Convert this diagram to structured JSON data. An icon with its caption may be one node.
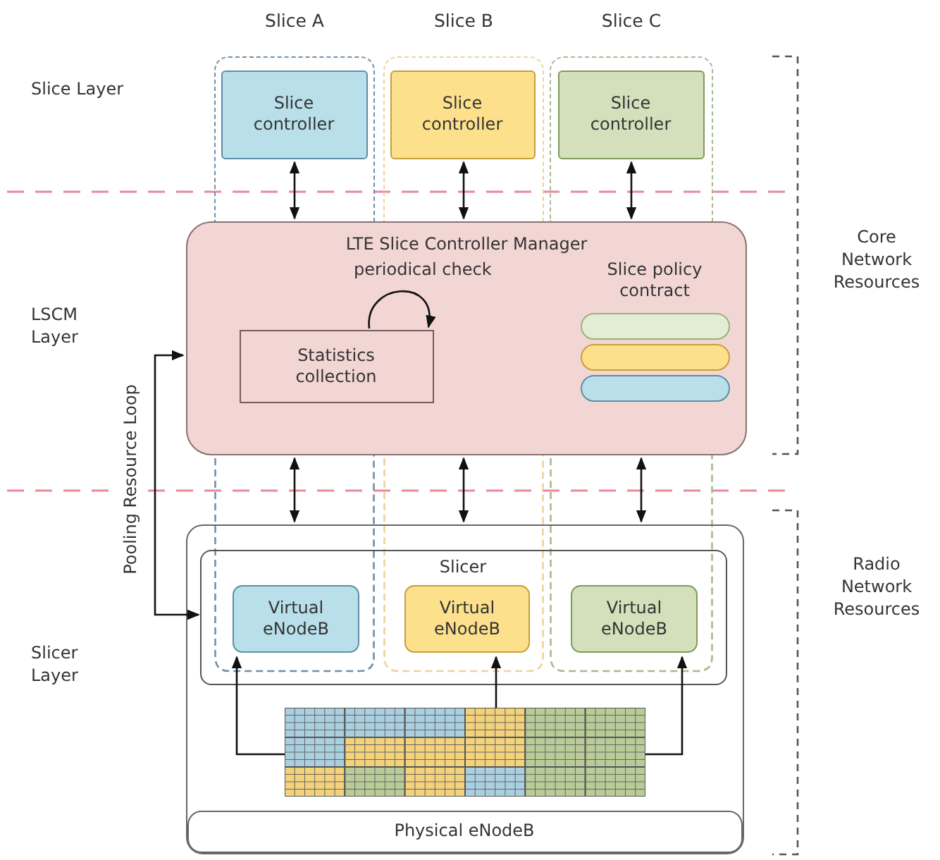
{
  "diagram": {
    "nodes": [
      {
        "text": [
          "Slice A"
        ]
      },
      {
        "text": [
          "Slice B"
        ]
      },
      {
        "text": [
          "Slice C"
        ]
      },
      {
        "text": [
          "Slice controller"
        ],
        "in": 0
      },
      {
        "text": [
          "Slice controller"
        ],
        "in": 1
      },
      {
        "text": [
          "Slice controller"
        ],
        "in": 2
      },
      {
        "text": [
          "LTE Slice Controller Manager"
        ]
      },
      {
        "text": [
          "Statistics collection"
        ],
        "in": 6
      },
      {
        "text": [
          "Slice policy contract"
        ],
        "in": 6
      },
      {
        "text": [],
        "shape": "box"
      },
      {
        "text": [
          "Slicer"
        ],
        "in": 9
      },
      {
        "text": [
          "Virtual eNodeB"
        ],
        "in": 10
      },
      {
        "text": [
          "Virtual eNodeB"
        ],
        "in": 10
      },
      {
        "text": [
          "Virtual eNodeB"
        ],
        "in": 10
      },
      {
        "text": [],
        "shape": "picture",
        "in": 9
      },
      {
        "text": [
          "Physical eNodeB"
        ],
        "in": 9
      }
    ],
    "edges": [
      {
        "from": 3,
        "to": 6,
        "arrow": "both"
      },
      {
        "from": 4,
        "to": 6,
        "arrow": "both"
      },
      {
        "from": 5,
        "to": 6,
        "arrow": "both"
      },
      {
        "from": 6,
        "to": 9,
        "arrow": "both"
      },
      {
        "from": 6,
        "to": 9,
        "arrow": "both"
      },
      {
        "from": 6,
        "to": 9,
        "arrow": "both"
      },
      {
        "from": 7,
        "to": 7,
        "arrow": "to",
        "label": "periodical check"
      },
      {
        "from": 10,
        "to": 6,
        "arrow": "both",
        "label": "Pooling Resource Loop"
      },
      {
        "from": 14,
        "to": 11,
        "arrow": "to"
      },
      {
        "from": 14,
        "to": 12,
        "arrow": "to"
      },
      {
        "from": 14,
        "to": 13,
        "arrow": "to"
      }
    ],
    "labels": [
      "Slice Layer",
      "Core Network Resources",
      "LSCM Layer",
      "Radio Network Resources",
      "Slicer Layer"
    ]
  }
}
